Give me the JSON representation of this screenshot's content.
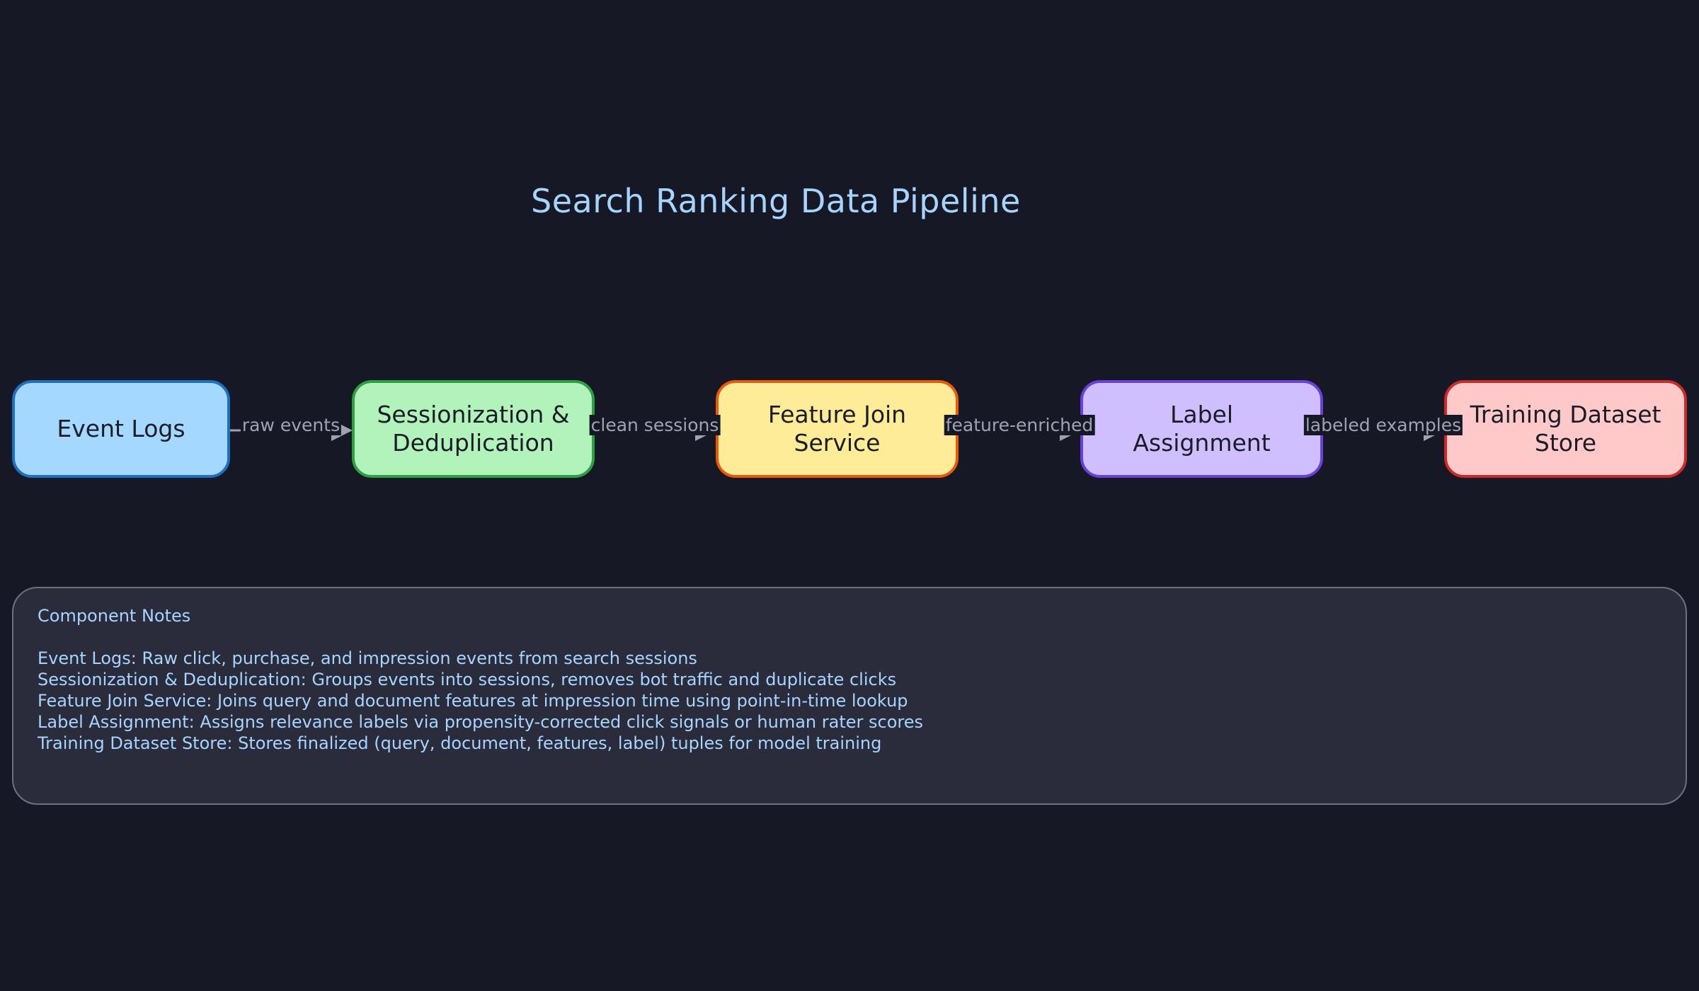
{
  "title": "Search Ranking Data Pipeline",
  "colors": {
    "background": "#161826",
    "title_text": "#a6d4ff",
    "edge": "#9ea3b2"
  },
  "nodes": [
    {
      "id": "event-logs",
      "label": "Event Logs",
      "fill": "#a5d8ff",
      "stroke": "#1f6fbf"
    },
    {
      "id": "sessionization",
      "label": "Sessionization &\nDeduplication",
      "fill": "#b2f2bb",
      "stroke": "#2f9e44"
    },
    {
      "id": "feature-join",
      "label": "Feature Join\nService",
      "fill": "#ffec99",
      "stroke": "#e8590c"
    },
    {
      "id": "label-assignment",
      "label": "Label\nAssignment",
      "fill": "#d0bfff",
      "stroke": "#6741d9"
    },
    {
      "id": "training-store",
      "label": "Training Dataset\nStore",
      "fill": "#ffc9c9",
      "stroke": "#c92a2a"
    }
  ],
  "edges": [
    {
      "from": "event-logs",
      "to": "sessionization",
      "label": "raw events"
    },
    {
      "from": "sessionization",
      "to": "feature-join",
      "label": "clean sessions"
    },
    {
      "from": "feature-join",
      "to": "label-assignment",
      "label": "feature-enriched"
    },
    {
      "from": "label-assignment",
      "to": "training-store",
      "label": "labeled examples"
    }
  ],
  "notes": {
    "title": "Component Notes",
    "lines": [
      "Event Logs: Raw click, purchase, and impression events from search sessions",
      "Sessionization & Deduplication: Groups events into sessions, removes bot traffic and duplicate clicks",
      "Feature Join Service: Joins query and document features at impression time using point-in-time lookup",
      "Label Assignment: Assigns relevance labels via propensity-corrected click signals or human rater scores",
      "Training Dataset Store: Stores finalized (query, document, features, label) tuples for model training"
    ]
  }
}
